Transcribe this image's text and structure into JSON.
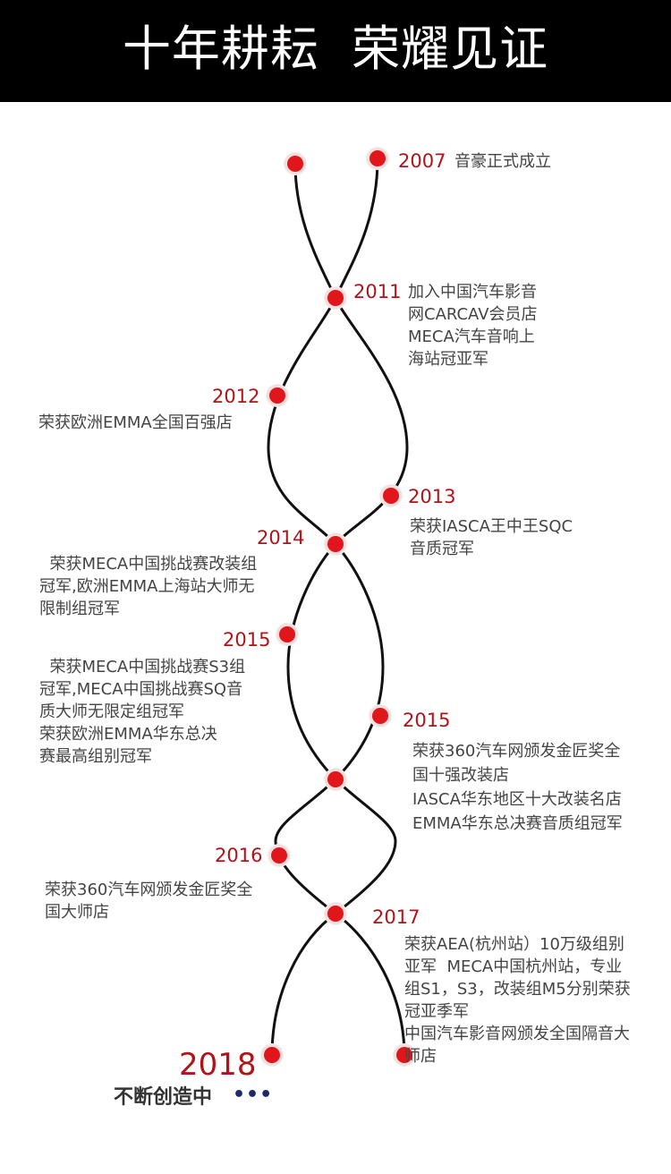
{
  "header": {
    "title": "十年耕耘  荣耀见证"
  },
  "milestones": [
    {
      "year": "2007",
      "lines": [
        "音豪正式成立"
      ]
    },
    {
      "year": "2011",
      "lines": [
        "加入中国汽车影音",
        "网CARCAV会员店",
        "MECA汽车音响上",
        "海站冠亚军"
      ]
    },
    {
      "year": "2012",
      "lines": [
        "荣获欧洲EMMA全国百强店"
      ]
    },
    {
      "year": "2013",
      "lines": [
        "荣获IASCA王中王SQC",
        "音质冠军"
      ]
    },
    {
      "year": "2014",
      "lines": [
        "  荣获MECA中国挑战赛改装组",
        "冠军,欧洲EMMA上海站大师无",
        "限制组冠军"
      ]
    },
    {
      "year": "2015",
      "lines": [
        "  荣获MECA中国挑战赛S3组",
        "冠军,MECA中国挑战赛SQ音",
        "质大师无限定组冠军",
        "荣获欧洲EMMA华东总决",
        "赛最高组别冠军"
      ]
    },
    {
      "year": "2015",
      "lines": [
        "荣获360汽车网颁发金匠奖全",
        "国十强改装店",
        "IASCA华东地区十大改装名店",
        "EMMA华东总决赛音质组冠军"
      ]
    },
    {
      "year": "2016",
      "lines": [
        "荣获360汽车网颁发金匠奖全",
        "国大师店"
      ]
    },
    {
      "year": "2017",
      "lines": [
        "荣获AEA(杭州站）10万级组别",
        "亚军  MECA中国杭州站，专业",
        "组S1，S3，改装组M5分别荣获",
        "冠亚季军",
        "中国汽车影音网颁发全国隔音大",
        "师店"
      ]
    }
  ],
  "final": {
    "year": "2018",
    "text": "不断创造中",
    "dots": "•••"
  },
  "colors": {
    "header_bg": "#000000",
    "node_red": "#e0161a",
    "year_red": "#b0141a",
    "curve": "#111111"
  }
}
